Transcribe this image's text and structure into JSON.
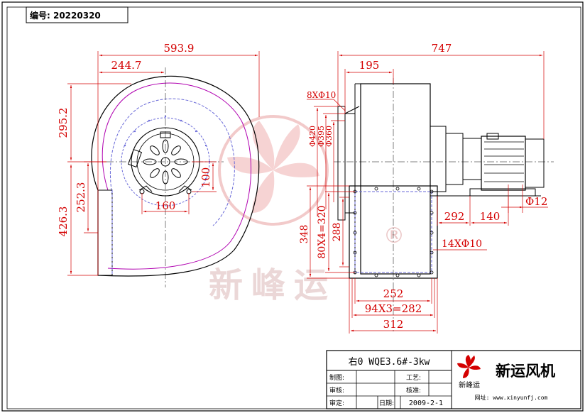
{
  "drawing_no": "编号: 20220320",
  "dims": {
    "overall_width": "593.9",
    "inlet_offset": "244.7",
    "height_top": "295.2",
    "outlet_height": "252.3",
    "height_bottom": "426.3",
    "hub_small": "100",
    "hub_base": "160",
    "total_length": "747",
    "flange_depth": "195",
    "bolt_spec": "8XΦ10",
    "dia_420": "Φ420",
    "dia_395": "Φ395",
    "dia_360": "Φ360",
    "flange_h_348": "348",
    "flange_pitch_v": "80X4=320",
    "flange_h_288": "288",
    "motor_292": "292",
    "motor_140": "140",
    "shaft_12": "Φ12",
    "holes_14": "14XΦ10",
    "base_252": "252",
    "pitch_h": "94X3=282",
    "base_312": "312"
  },
  "title_block": {
    "model": "右0  WQE3.6#-3kw",
    "company": "新运风机",
    "brand_small": "新峰运",
    "row1_left": "制图:",
    "row1_right": "工艺:",
    "row2_left": "审核:",
    "row2_right": "核准:",
    "row3_left": "审定:",
    "row3_date_label": "日期:",
    "date": "2009-2-1",
    "website": "网址: www.xinyunfj.com"
  },
  "watermark": {
    "brand": "新峰运",
    "registered": "®"
  },
  "colors": {
    "dimension": "#d40000",
    "outline": "#000000",
    "inner_line": "#6a6ad8",
    "hidden_line": "#b000b0",
    "watermark": "#e8a0a0"
  }
}
